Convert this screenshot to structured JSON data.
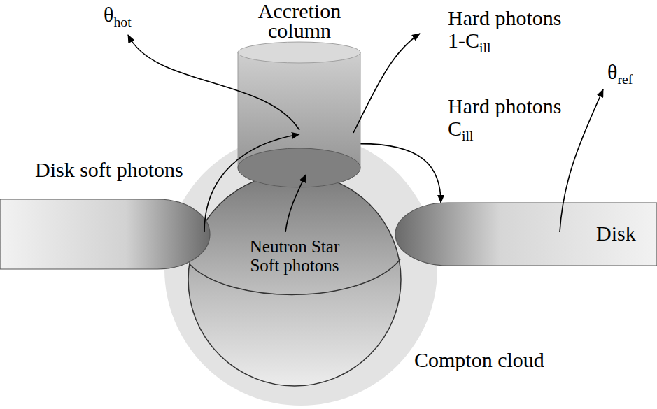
{
  "diagram": {
    "nodes": [
      {
        "text": [
          "Accretion column"
        ]
      },
      {
        "text": [
          "Compton cloud"
        ]
      },
      {
        "text": [
          "Neutron Star Soft photons"
        ],
        "in": 1
      },
      {
        "text": [
          "Disk"
        ]
      }
    ],
    "edges": [
      {
        "from": 0,
        "to": 3,
        "arrow": "to"
      }
    ],
    "labels": [
      "θhot",
      "Hard photons 1-Cill",
      "θref",
      "Hard photons Cill",
      "Disk soft photons"
    ]
  }
}
